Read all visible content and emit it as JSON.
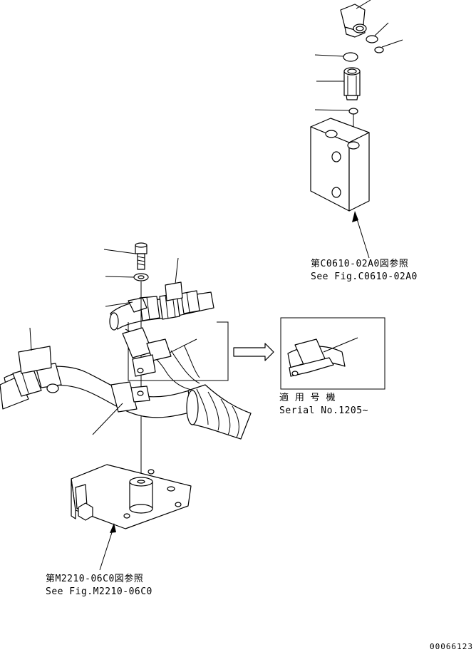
{
  "references": {
    "valve_ref_jp": "第C0610-02A0図参照",
    "valve_ref_en": "See Fig.C0610-02A0",
    "bracket_ref_jp": "第M2210-06C0図参照",
    "bracket_ref_en": "See Fig.M2210-06C0"
  },
  "detail": {
    "applicable_jp": "適 用 号 機",
    "serial": "Serial No.1205~"
  },
  "drawing_number": "00066123"
}
